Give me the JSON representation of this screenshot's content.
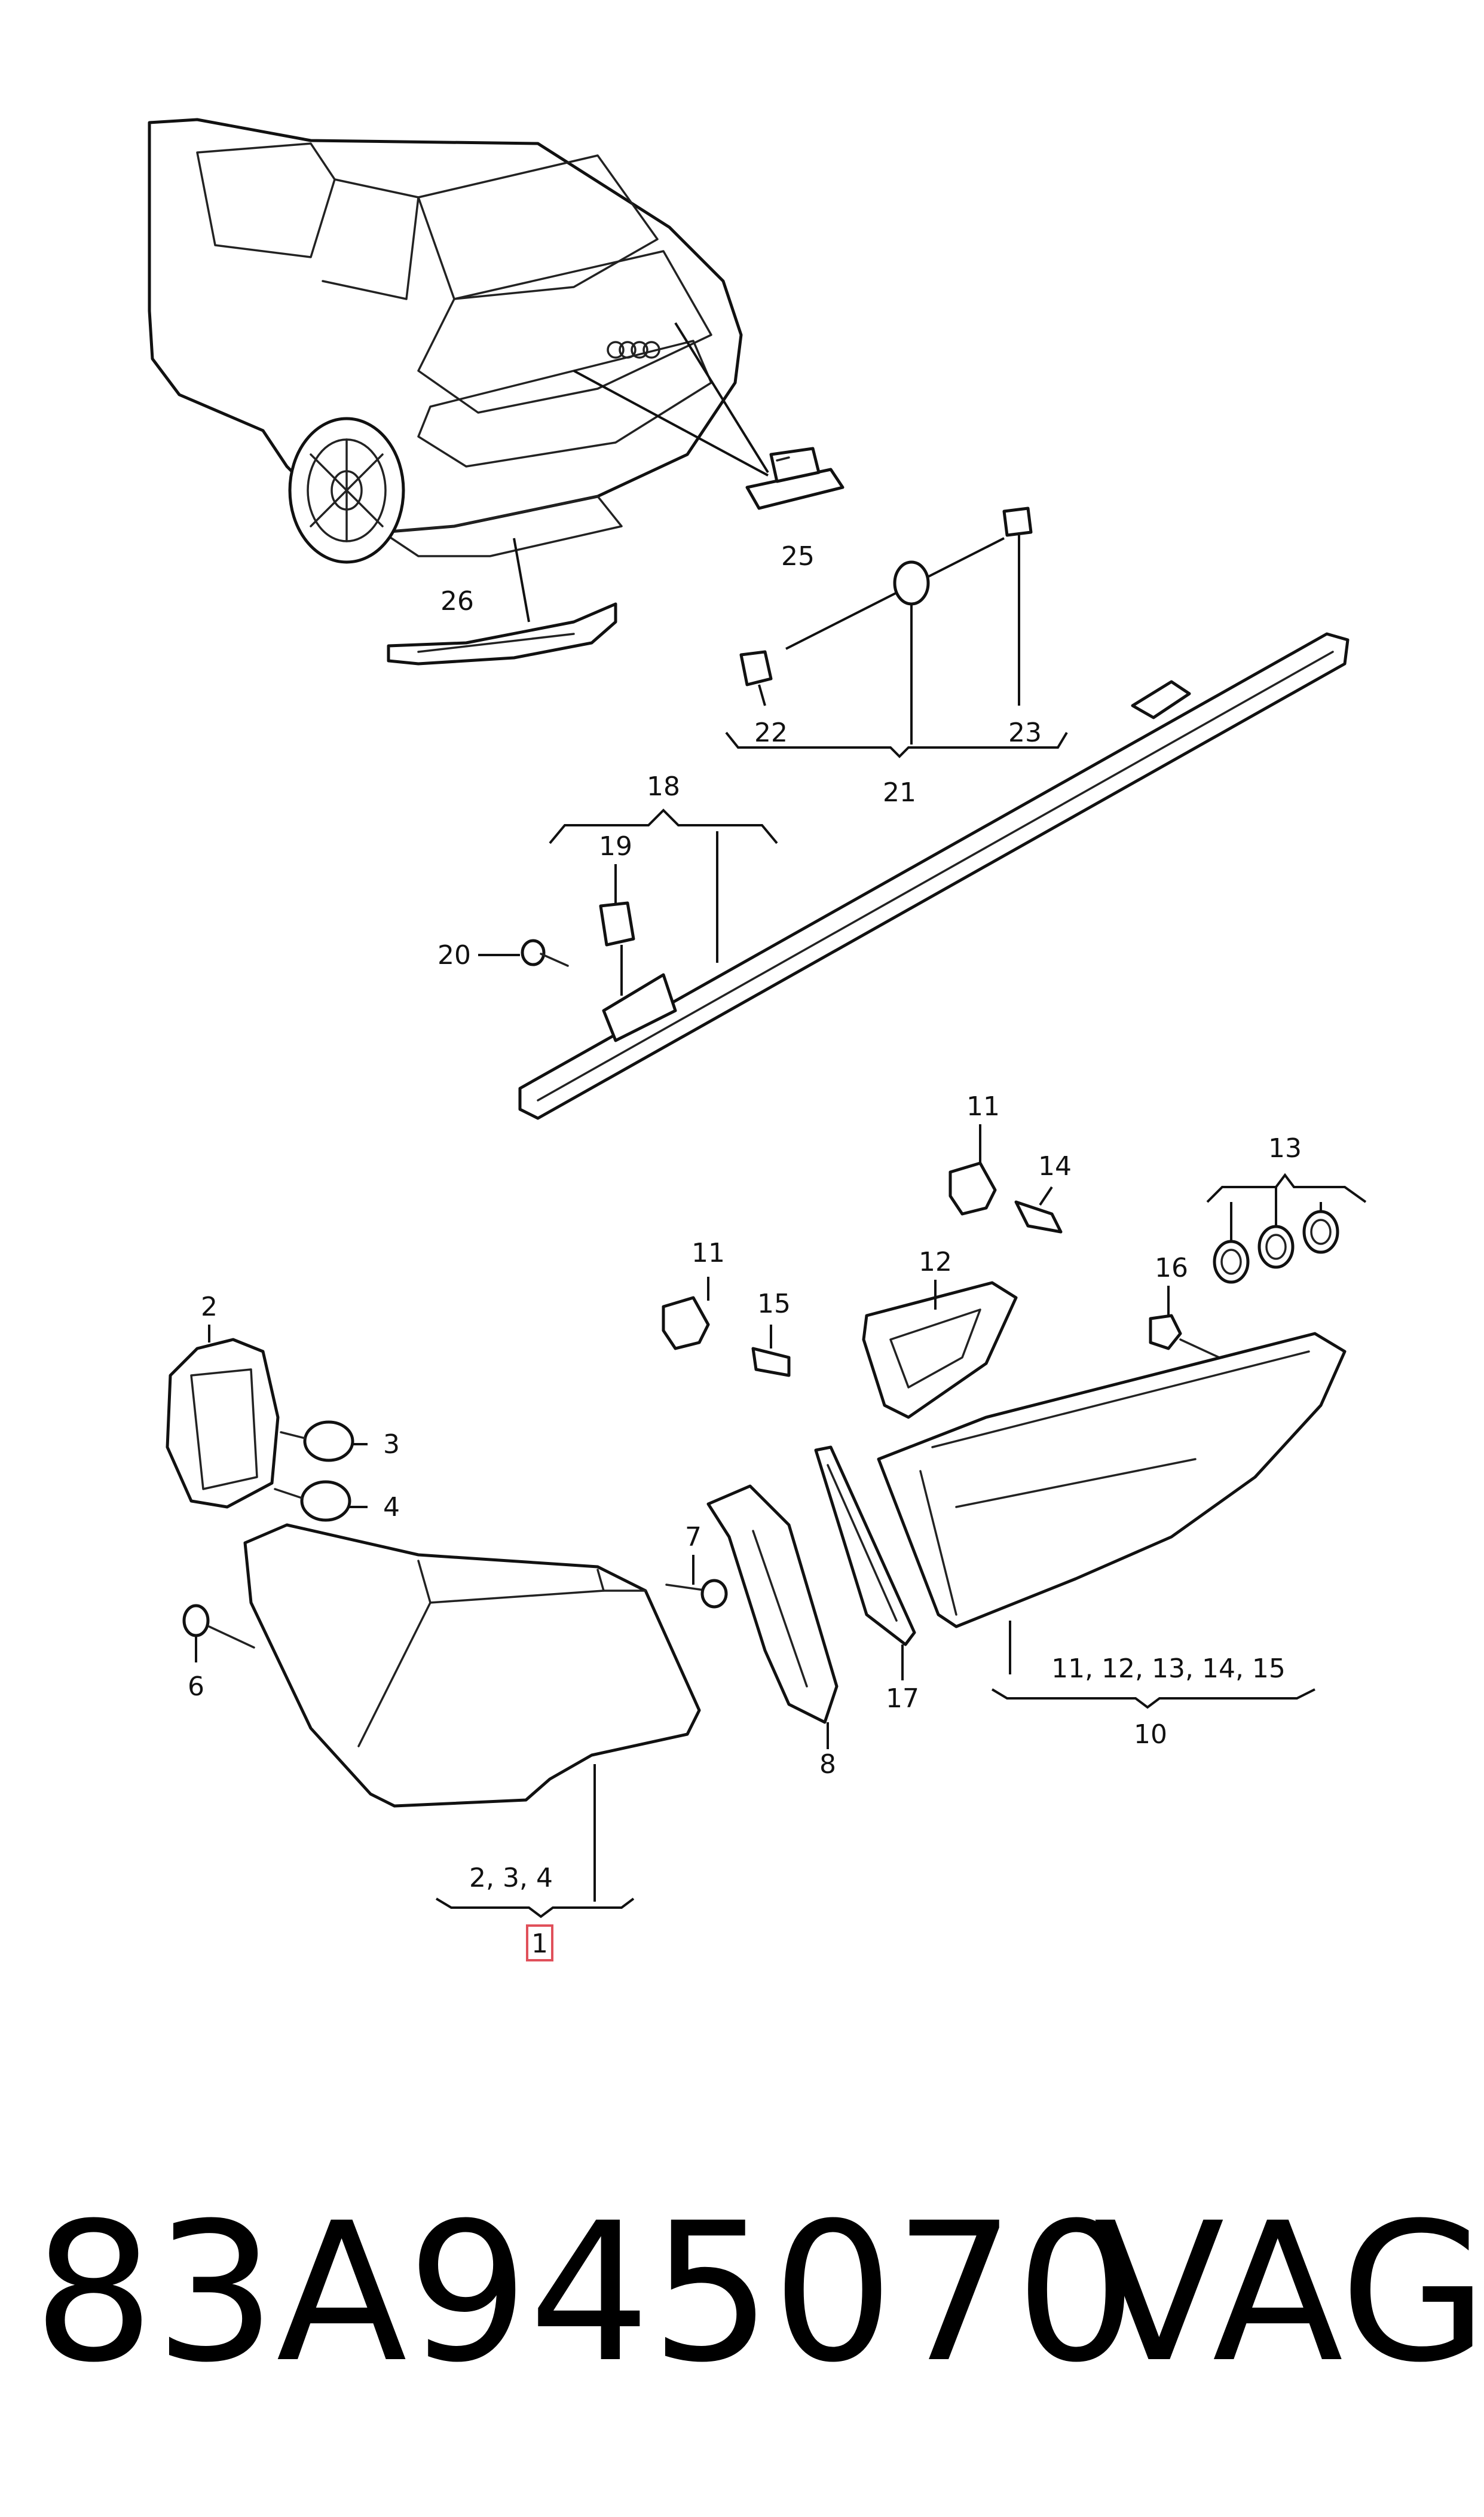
{
  "callouts": {
    "c26": "26",
    "c25": "25",
    "c22": "22",
    "c21": "21",
    "c23": "23",
    "c18": "18",
    "c19": "19",
    "c20": "20",
    "c11a": "11",
    "c14": "14",
    "c13": "13",
    "c11b": "11",
    "c15": "15",
    "c12": "12",
    "c16": "16",
    "c2": "2",
    "c3": "3",
    "c4": "4",
    "c6": "6",
    "c7": "7",
    "c8": "8",
    "c17": "17",
    "c10group": "11, 12, 13, 14, 15",
    "c10": "10",
    "c1group": "2, 3, 4",
    "c1": "1"
  },
  "footer": {
    "part_number": "83A945070",
    "brand": "VAG"
  },
  "colors": {
    "line": "#111111",
    "highlight": "#e0505a"
  }
}
